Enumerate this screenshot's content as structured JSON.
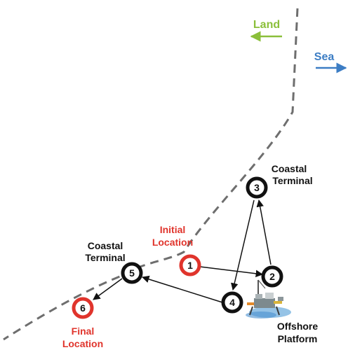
{
  "legend": {
    "land": {
      "text": "Land",
      "color": "#8bbf3a"
    },
    "sea": {
      "text": "Sea",
      "color": "#3c7dc4"
    }
  },
  "labels": {
    "coastal_terminal_top": [
      "Coastal",
      "Terminal"
    ],
    "coastal_terminal_left": [
      "Coastal",
      "Terminal"
    ],
    "initial_location": [
      "Initial",
      "Location"
    ],
    "final_location": [
      "Final",
      "Location"
    ],
    "offshore_platform": [
      "Offshore",
      "Platform"
    ]
  },
  "nodes": [
    {
      "id": "1",
      "ring_color": "#e0342c"
    },
    {
      "id": "2",
      "ring_color": "#111111"
    },
    {
      "id": "3",
      "ring_color": "#111111"
    },
    {
      "id": "4",
      "ring_color": "#111111"
    },
    {
      "id": "5",
      "ring_color": "#111111"
    },
    {
      "id": "6",
      "ring_color": "#e0342c"
    }
  ],
  "edges": [
    {
      "from": "1",
      "to": "2"
    },
    {
      "from": "2",
      "to": "3"
    },
    {
      "from": "3",
      "to": "4"
    },
    {
      "from": "4",
      "to": "5"
    },
    {
      "from": "5",
      "to": "6"
    }
  ],
  "colors": {
    "red_text": "#e0342c",
    "black_text": "#111111",
    "coastline": "#6e6e6e",
    "edge": "#111111"
  },
  "icons": {
    "platform": "offshore-platform-icon"
  }
}
